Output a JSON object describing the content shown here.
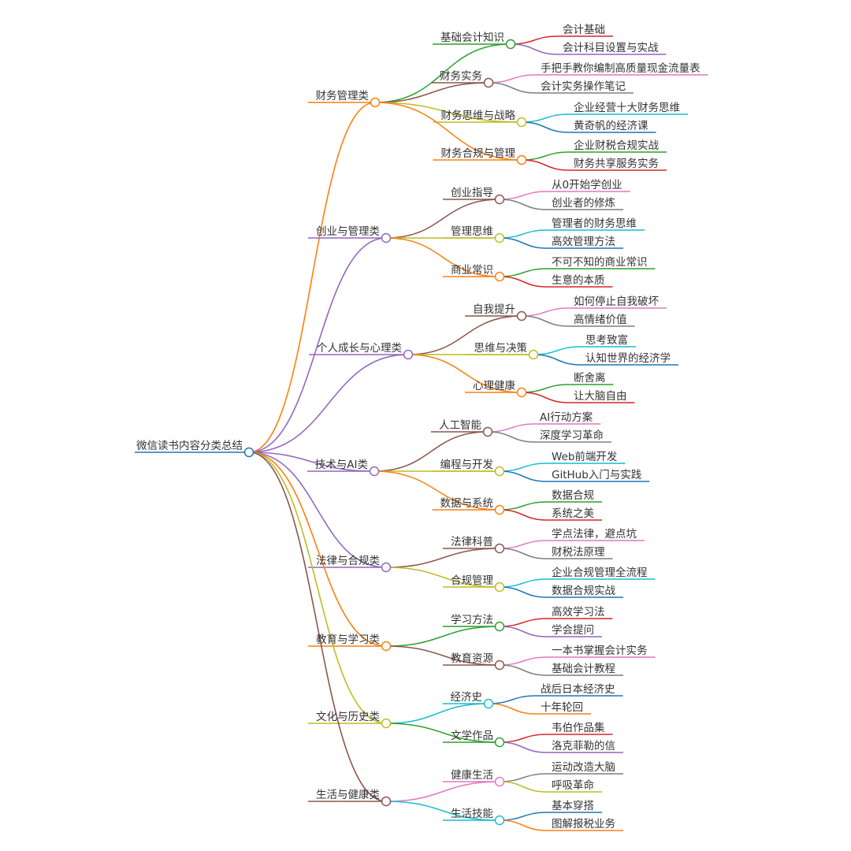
{
  "root": {
    "label": "微信读书内容分类总结",
    "color": "#1f77b4"
  },
  "categories": [
    {
      "label": "财务管理类",
      "color": "#ff7f0e",
      "subcategories": [
        {
          "label": "基础会计知识",
          "color": "#2ca02c",
          "items": [
            {
              "label": "会计基础",
              "color": "#d62728"
            },
            {
              "label": "会计科目设置与实战",
              "color": "#9467bd"
            }
          ]
        },
        {
          "label": "财务实务",
          "color": "#8c564b",
          "items": [
            {
              "label": "手把手教你编制高质量现金流量表",
              "color": "#e377c2"
            },
            {
              "label": "会计实务操作笔记",
              "color": "#7f7f7f"
            }
          ]
        },
        {
          "label": "财务思维与战略",
          "color": "#bcbd22",
          "items": [
            {
              "label": "企业经营十大财务思维",
              "color": "#17becf"
            },
            {
              "label": "黄奇帆的经济课",
              "color": "#1f77b4"
            }
          ]
        },
        {
          "label": "财务合规与管理",
          "color": "#ff7f0e",
          "items": [
            {
              "label": "企业财税合规实战",
              "color": "#2ca02c"
            },
            {
              "label": "财务共享服务实务",
              "color": "#d62728"
            }
          ]
        }
      ]
    },
    {
      "label": "创业与管理类",
      "color": "#9467bd",
      "subcategories": [
        {
          "label": "创业指导",
          "color": "#8c564b",
          "items": [
            {
              "label": "从0开始学创业",
              "color": "#e377c2"
            },
            {
              "label": "创业者的修炼",
              "color": "#7f7f7f"
            }
          ]
        },
        {
          "label": "管理思维",
          "color": "#bcbd22",
          "items": [
            {
              "label": "管理者的财务思维",
              "color": "#17becf"
            },
            {
              "label": "高效管理方法",
              "color": "#1f77b4"
            }
          ]
        },
        {
          "label": "商业常识",
          "color": "#ff7f0e",
          "items": [
            {
              "label": "不可不知的商业常识",
              "color": "#2ca02c"
            },
            {
              "label": "生意的本质",
              "color": "#d62728"
            }
          ]
        }
      ]
    },
    {
      "label": "个人成长与心理类",
      "color": "#9467bd",
      "subcategories": [
        {
          "label": "自我提升",
          "color": "#8c564b",
          "items": [
            {
              "label": "如何停止自我破坏",
              "color": "#e377c2"
            },
            {
              "label": "高情绪价值",
              "color": "#7f7f7f"
            }
          ]
        },
        {
          "label": "思维与决策",
          "color": "#bcbd22",
          "items": [
            {
              "label": "思考致富",
              "color": "#17becf"
            },
            {
              "label": "认知世界的经济学",
              "color": "#1f77b4"
            }
          ]
        },
        {
          "label": "心理健康",
          "color": "#ff7f0e",
          "items": [
            {
              "label": "断舍离",
              "color": "#2ca02c"
            },
            {
              "label": "让大脑自由",
              "color": "#d62728"
            }
          ]
        }
      ]
    },
    {
      "label": "技术与AI类",
      "color": "#9467bd",
      "subcategories": [
        {
          "label": "人工智能",
          "color": "#8c564b",
          "items": [
            {
              "label": "AI行动方案",
              "color": "#e377c2"
            },
            {
              "label": "深度学习革命",
              "color": "#7f7f7f"
            }
          ]
        },
        {
          "label": "编程与开发",
          "color": "#bcbd22",
          "items": [
            {
              "label": "Web前端开发",
              "color": "#17becf"
            },
            {
              "label": "GitHub入门与实践",
              "color": "#1f77b4"
            }
          ]
        },
        {
          "label": "数据与系统",
          "color": "#ff7f0e",
          "items": [
            {
              "label": "数据合规",
              "color": "#2ca02c"
            },
            {
              "label": "系统之美",
              "color": "#d62728"
            }
          ]
        }
      ]
    },
    {
      "label": "法律与合规类",
      "color": "#9467bd",
      "subcategories": [
        {
          "label": "法律科普",
          "color": "#8c564b",
          "items": [
            {
              "label": "学点法律，避点坑",
              "color": "#e377c2"
            },
            {
              "label": "财税法原理",
              "color": "#7f7f7f"
            }
          ]
        },
        {
          "label": "合规管理",
          "color": "#bcbd22",
          "items": [
            {
              "label": "企业合规管理全流程",
              "color": "#17becf"
            },
            {
              "label": "数据合规实战",
              "color": "#1f77b4"
            }
          ]
        }
      ]
    },
    {
      "label": "教育与学习类",
      "color": "#ff7f0e",
      "subcategories": [
        {
          "label": "学习方法",
          "color": "#2ca02c",
          "items": [
            {
              "label": "高效学习法",
              "color": "#d62728"
            },
            {
              "label": "学会提问",
              "color": "#9467bd"
            }
          ]
        },
        {
          "label": "教育资源",
          "color": "#8c564b",
          "items": [
            {
              "label": "一本书掌握会计实务",
              "color": "#e377c2"
            },
            {
              "label": "基础会计教程",
              "color": "#7f7f7f"
            }
          ]
        }
      ]
    },
    {
      "label": "文化与历史类",
      "color": "#bcbd22",
      "subcategories": [
        {
          "label": "经济史",
          "color": "#17becf",
          "items": [
            {
              "label": "战后日本经济史",
              "color": "#1f77b4"
            },
            {
              "label": "十年轮回",
              "color": "#ff7f0e"
            }
          ]
        },
        {
          "label": "文学作品",
          "color": "#2ca02c",
          "items": [
            {
              "label": "韦伯作品集",
              "color": "#d62728"
            },
            {
              "label": "洛克菲勒的信",
              "color": "#9467bd"
            }
          ]
        }
      ]
    },
    {
      "label": "生活与健康类",
      "color": "#8c564b",
      "subcategories": [
        {
          "label": "健康生活",
          "color": "#e377c2",
          "items": [
            {
              "label": "运动改造大脑",
              "color": "#7f7f7f"
            },
            {
              "label": "呼吸革命",
              "color": "#bcbd22"
            }
          ]
        },
        {
          "label": "生活技能",
          "color": "#17becf",
          "items": [
            {
              "label": "基本穿搭",
              "color": "#1f77b4"
            },
            {
              "label": "图解报税业务",
              "color": "#ff7f0e"
            }
          ]
        }
      ]
    }
  ]
}
